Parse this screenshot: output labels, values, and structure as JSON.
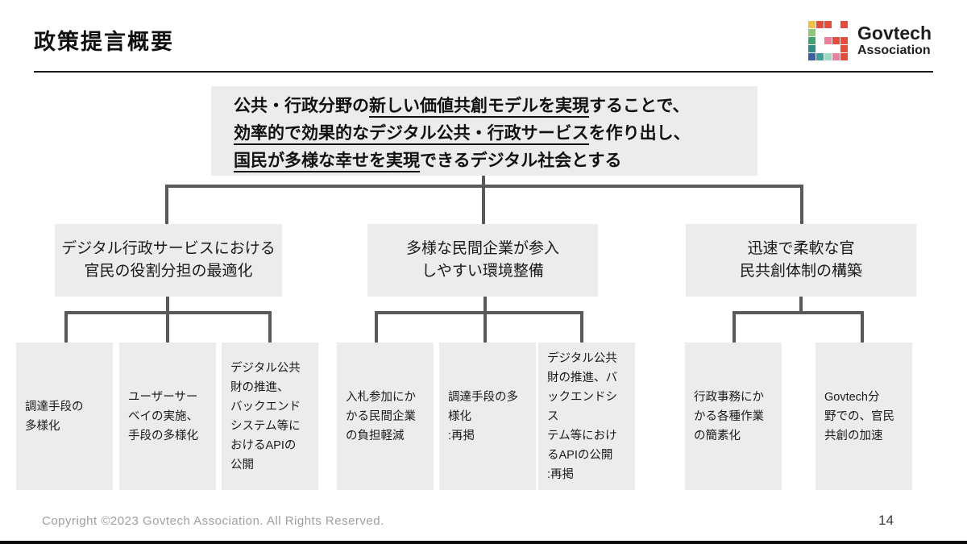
{
  "slide": {
    "title": "政策提言概要",
    "page_number": "14",
    "copyright": "Copyright ©2023 Govtech Association. All Rights Reserved."
  },
  "logo": {
    "name": "Govtech",
    "subname": "Association",
    "grid": [
      [
        "#F2C142",
        "#E84B3A",
        "#E84B3A",
        "",
        "#E84B3A"
      ],
      [
        "#8CC87A",
        "",
        "",
        "",
        ""
      ],
      [
        "#3FA271",
        "",
        "#EE7E9C",
        "#E84B3A",
        "#E84B3A"
      ],
      [
        "#2E8F8A",
        "",
        "",
        "",
        "#E84B3A"
      ],
      [
        "#3B5FA5",
        "#3F9E9E",
        "#9ED9C2",
        "#EE7E9C",
        "#E84B3A"
      ]
    ]
  },
  "colors": {
    "box_fill": "#ececec",
    "connector": "#595959",
    "footer_text": "#9e9e9e"
  },
  "goal": {
    "l1_pre": "公共・行政分野の",
    "l1_underlined": "新しい価値共創モデルを実現",
    "l1_post": "することで、",
    "l2_underlined": "効率的で効果的なデジタル公共・行政サービス",
    "l2_post": "を作り出し、",
    "l3_underlined": "国民が多様な幸せを実現",
    "l3_post": "できるデジタル社会とする"
  },
  "pillars": [
    {
      "title": "デジタル行政サービスにおける\n官民の役割分担の最適化",
      "items": [
        "調達手段の\n多様化",
        "ユーザーサー\nベイの実施、\n手段の多様化",
        "デジタル公共\n財の推進、\nバックエンド\nシステム等に\nおけるAPIの\n公開"
      ]
    },
    {
      "title": "多様な民間企業が参入\nしやすい環境整備",
      "items": [
        "入札参加にか\nかる民間企業\nの負担軽減",
        "調達手段の多\n様化\n:再掲",
        "デジタル公共\n財の推進、バ\nックエンドシス\nテム等におけ\nるAPIの公開\n:再掲"
      ]
    },
    {
      "title": "迅速で柔軟な官\n民共創体制の構築",
      "items": [
        "行政事務にか\nかる各種作業\nの簡素化",
        "Govtech分\n野での、官民\n共創の加速"
      ]
    }
  ]
}
